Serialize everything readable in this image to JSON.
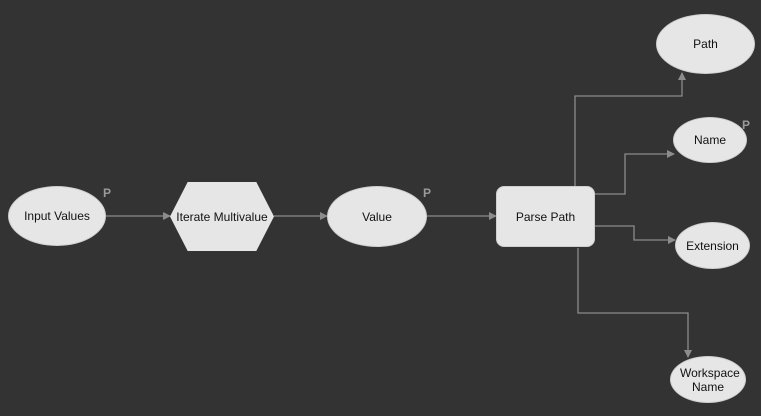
{
  "colors": {
    "background": "#333333",
    "node_fill": "#e6e6e6",
    "connector": "#8c8c8c",
    "badge": "#9a9a9a"
  },
  "nodes": {
    "input_values": {
      "label": "Input Values",
      "shape": "ellipse",
      "badge": "P"
    },
    "iterate_multivalue": {
      "label": "Iterate Multivalue",
      "shape": "hexagon"
    },
    "value": {
      "label": "Value",
      "shape": "ellipse",
      "badge": "P"
    },
    "parse_path": {
      "label": "Parse Path",
      "shape": "rounded-rectangle"
    },
    "path": {
      "label": "Path",
      "shape": "ellipse"
    },
    "name": {
      "label": "Name",
      "shape": "ellipse",
      "badge": "P"
    },
    "extension": {
      "label": "Extension",
      "shape": "ellipse"
    },
    "workspace_name": {
      "label": "Workspace Name",
      "shape": "ellipse"
    }
  },
  "connections": [
    {
      "from": "Input Values",
      "to": "Iterate Multivalue"
    },
    {
      "from": "Iterate Multivalue",
      "to": "Value"
    },
    {
      "from": "Value",
      "to": "Parse Path"
    },
    {
      "from": "Parse Path",
      "to": "Path"
    },
    {
      "from": "Parse Path",
      "to": "Name"
    },
    {
      "from": "Parse Path",
      "to": "Extension"
    },
    {
      "from": "Parse Path",
      "to": "Workspace Name"
    }
  ]
}
